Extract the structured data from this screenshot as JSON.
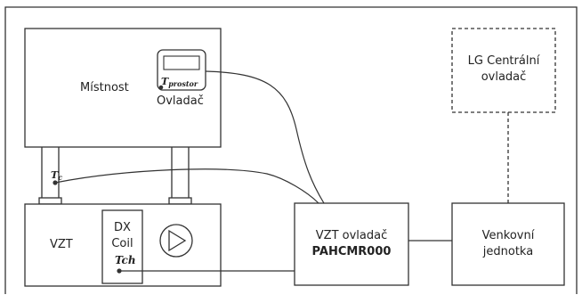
{
  "room": {
    "label": "Místnost",
    "controller_label": "Ovladač",
    "sensor": {
      "main": "T",
      "sub": "prostor"
    }
  },
  "central": {
    "line1": "LG Centrální",
    "line2": "ovladač"
  },
  "duct_sensor": {
    "main": "T",
    "sub": "c"
  },
  "vzt": {
    "label": "VZT",
    "coil_line1": "DX",
    "coil_line2": "Coil",
    "coil_sensor": "Tch"
  },
  "vzt_controller": {
    "line1": "VZT ovladač",
    "line2": "PAHCMR000"
  },
  "outdoor": {
    "line1": "Venkovní",
    "line2": "jednotka"
  },
  "colors": {
    "stroke": "#333333",
    "text": "#222222",
    "background": "#ffffff"
  }
}
